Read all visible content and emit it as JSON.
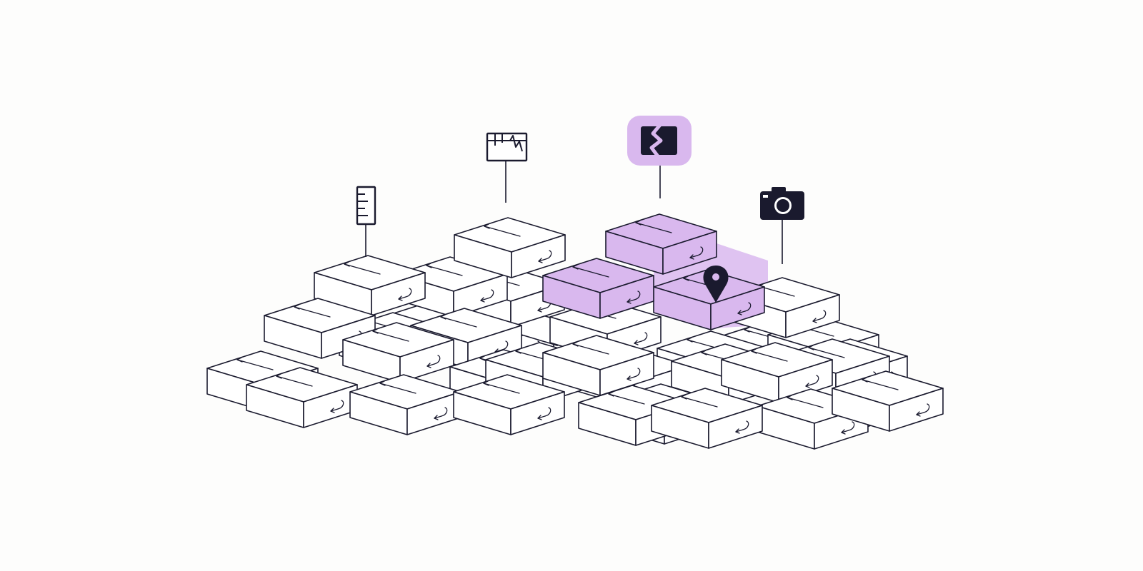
{
  "scene": {
    "kind": "isometric-box-pile",
    "background": "#fdfdfc",
    "line_color": "#1a1a2e",
    "box_fill": "#ffffff",
    "highlight_fill": "#d9b8ee",
    "highlight_accent": "#c9a6ea",
    "icon_dark": "#1a1a2e"
  },
  "callouts": [
    {
      "name": "ruler-icon",
      "highlighted": false
    },
    {
      "name": "damaged-box-icon",
      "highlighted": false
    },
    {
      "name": "broken-item-icon",
      "highlighted": true
    },
    {
      "name": "camera-icon",
      "highlighted": false
    }
  ],
  "markers": [
    {
      "name": "location-pin-icon"
    }
  ],
  "box_count": 28,
  "highlighted_box_count": 3
}
